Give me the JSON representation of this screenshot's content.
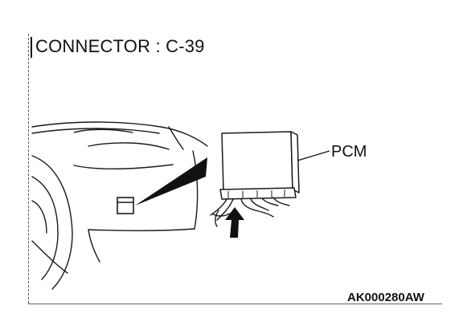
{
  "title": "CONNECTOR : C-39",
  "callouts": {
    "pcm": "PCM"
  },
  "reference_code": "AK000280AW",
  "icons": {
    "dashboard": "dashboard-outline-illustration",
    "pcm_unit": "pcm-module-illustration",
    "connector_arrow": "upward-arrow-icon"
  }
}
